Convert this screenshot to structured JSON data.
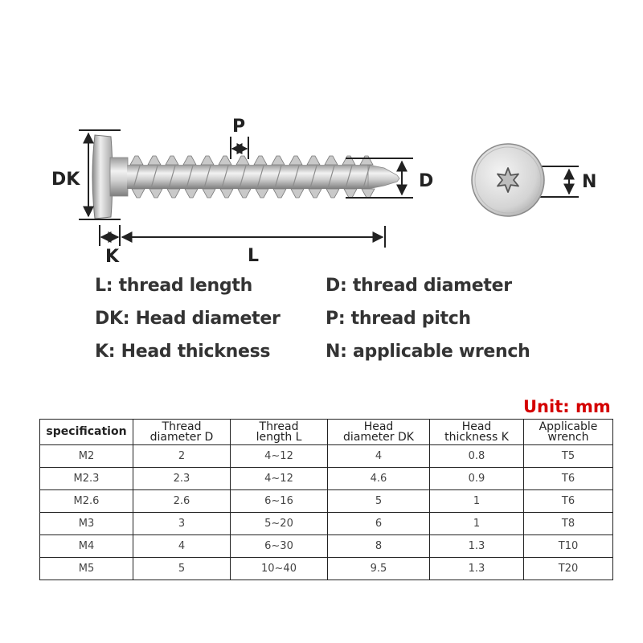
{
  "labels": {
    "dk": "DK",
    "p": "P",
    "d": "D",
    "n": "N",
    "k": "K",
    "l": "L"
  },
  "legend": {
    "l": "L: thread length",
    "d": "D: thread diameter",
    "dk": "DK: Head diameter",
    "p": "P: thread pitch",
    "k": "K: Head thickness",
    "n": "N: applicable wrench"
  },
  "unit": "Unit: mm",
  "table": {
    "headers": [
      [
        "specification"
      ],
      [
        "Thread",
        "diameter D"
      ],
      [
        "Thread",
        "length L"
      ],
      [
        "Head",
        "diameter DK"
      ],
      [
        "Head",
        "thickness K"
      ],
      [
        "Applicable",
        "wrench"
      ]
    ],
    "rows": [
      [
        "M2",
        "2",
        "4~12",
        "4",
        "0.8",
        "T5"
      ],
      [
        "M2.3",
        "2.3",
        "4~12",
        "4.6",
        "0.9",
        "T6"
      ],
      [
        "M2.6",
        "2.6",
        "6~16",
        "5",
        "1",
        "T6"
      ],
      [
        "M3",
        "3",
        "5~20",
        "6",
        "1",
        "T8"
      ],
      [
        "M4",
        "4",
        "6~30",
        "8",
        "1.3",
        "T10"
      ],
      [
        "M5",
        "5",
        "10~40",
        "9.5",
        "1.3",
        "T20"
      ]
    ]
  },
  "colors": {
    "unit_text": "#d40000",
    "metal_light": "#e8e8e8",
    "metal_dark": "#8a8a8a"
  }
}
